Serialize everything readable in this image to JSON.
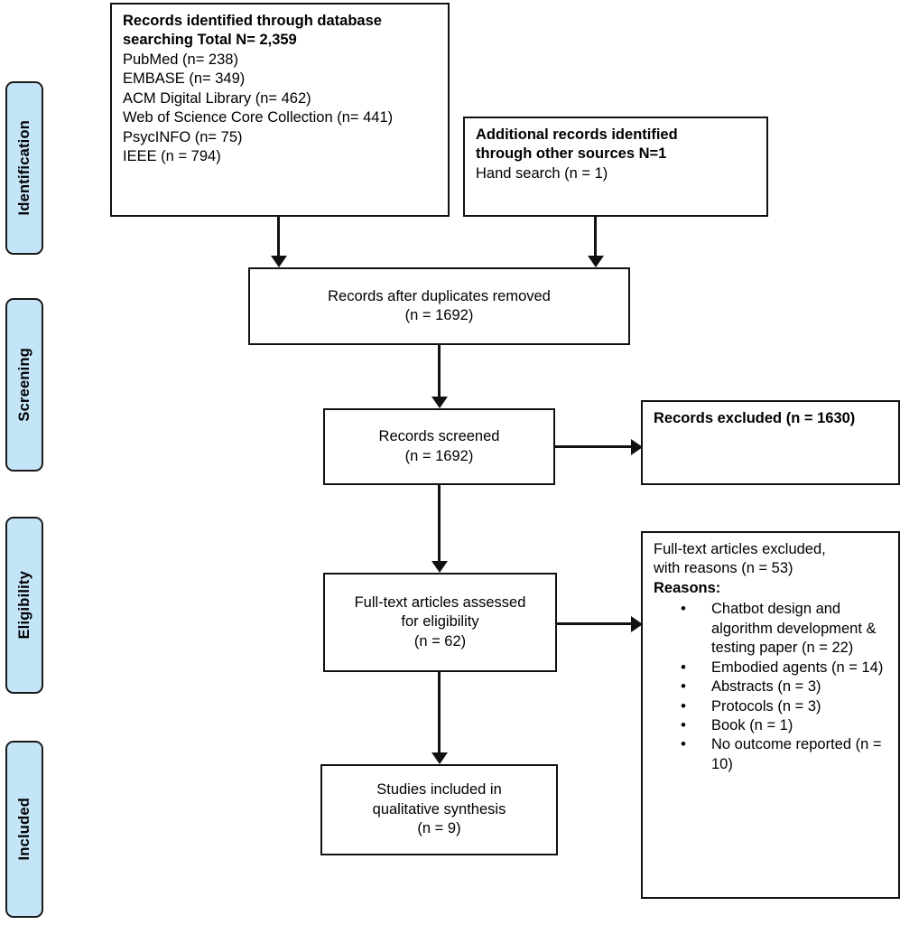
{
  "figure": {
    "type": "prisma-flow-diagram",
    "accent_color": "#c4e5f8",
    "line_color": "#111111",
    "background": "#ffffff"
  },
  "phases": [
    {
      "id": "identification",
      "label": "Identification"
    },
    {
      "id": "screening",
      "label": "Screening"
    },
    {
      "id": "eligibility",
      "label": "Eligibility"
    },
    {
      "id": "included",
      "label": "Included"
    }
  ],
  "boxes": {
    "identified": {
      "heading_1": "Records identified through database",
      "heading_2": "searching Total N= 2,359",
      "sources": [
        "PubMed (n= 238)",
        "EMBASE (n= 349)",
        "ACM Digital Library (n= 462)",
        "Web of Science Core Collection (n= 441)",
        "PsycINFO (n= 75)",
        "IEEE (n = 794)"
      ]
    },
    "additional": {
      "heading_1": "Additional records identified",
      "heading_2": "through other sources N=1",
      "detail": "Hand search (n = 1)"
    },
    "after_duplicates": {
      "line_1": "Records after duplicates removed",
      "line_2": "(n = 1692)"
    },
    "screened": {
      "line_1": "Records screened",
      "line_2": "(n = 1692)"
    },
    "records_excluded": {
      "line_1": "Records excluded (n = 1630)"
    },
    "fulltext_assessed": {
      "line_1": "Full-text articles assessed",
      "line_2": "for eligibility",
      "line_3": "(n =  62)"
    },
    "fulltext_excluded": {
      "line_1": "Full-text articles excluded,",
      "line_2": "with reasons (n = 53)",
      "reasons_heading": "Reasons:",
      "reasons": [
        "Chatbot design and algorithm development & testing paper (n = 22)",
        "Embodied agents (n = 14)",
        "Abstracts (n = 3)",
        "Protocols (n = 3)",
        "Book (n = 1)",
        "No outcome reported (n = 10)"
      ]
    },
    "included": {
      "line_1": "Studies included in",
      "line_2": "qualitative synthesis",
      "line_3": "(n =  9)"
    }
  }
}
